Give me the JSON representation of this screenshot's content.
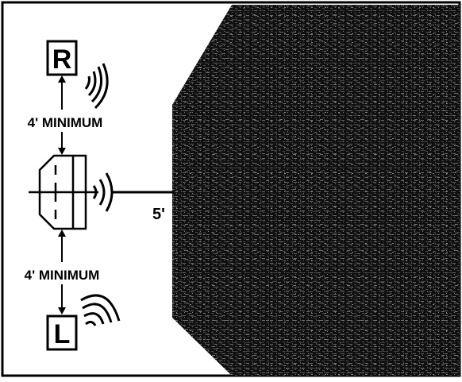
{
  "diagram": {
    "speaker_right_label": "R",
    "speaker_left_label": "L",
    "top_distance_label": "4' MINIMUM",
    "bottom_distance_label": "4' MINIMUM",
    "side_distance_label": "5'",
    "obscured_line_1": "",
    "obscured_line_2": "",
    "colors": {
      "ink": "#000000",
      "paper": "#ffffff",
      "dark_panel": "#101010",
      "noise": "#5a5a5a"
    }
  }
}
